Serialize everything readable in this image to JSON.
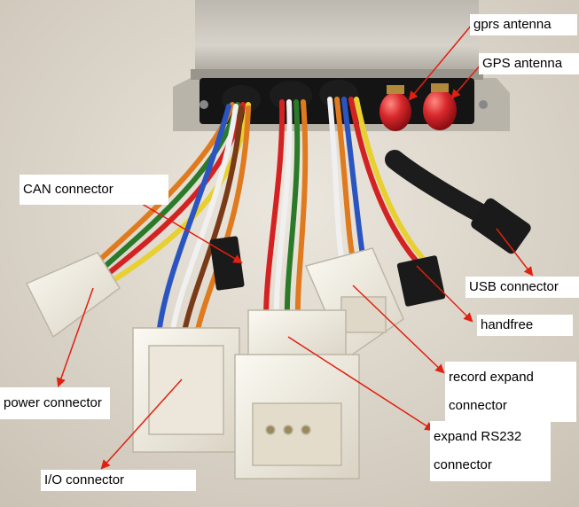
{
  "labels": {
    "gprs_antenna": "gprs antenna",
    "gps_antenna": "GPS antenna",
    "can_connector": "CAN connector",
    "usb_connector": "USB connector",
    "handfree": "handfree",
    "record_expand": "record expand connector",
    "expand_rs232": "expand RS232 connector",
    "power_connector": "power connector",
    "io_connector": "I/O connector"
  },
  "colors": {
    "background": "#e6e0d6",
    "device_body": "#cfcac0",
    "arrow": "#e02010",
    "antenna_cap": "#d8282c",
    "connector_housing": "#f1ede2"
  }
}
